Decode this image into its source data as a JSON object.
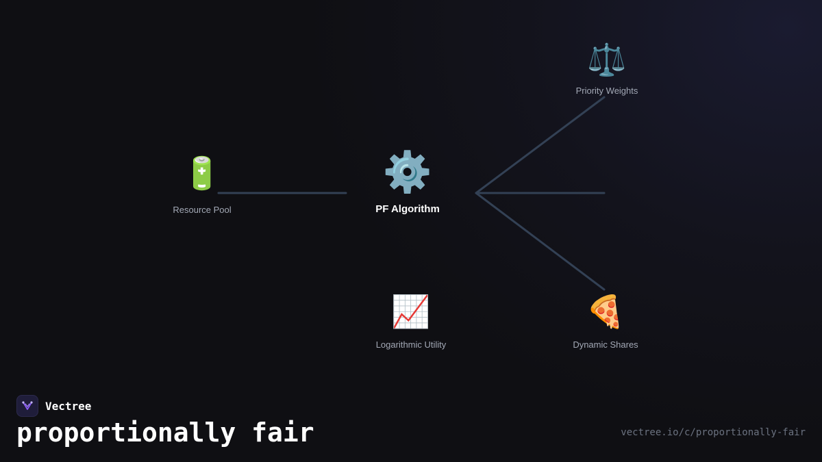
{
  "diagram": {
    "nodes": [
      {
        "id": "resource-pool",
        "icon": "battery-icon",
        "glyph": "🔋",
        "label": "Resource Pool"
      },
      {
        "id": "pf-algorithm",
        "icon": "gear-icon",
        "glyph": "⚙️",
        "label": "PF Algorithm"
      },
      {
        "id": "priority-weights",
        "icon": "balance-scale-icon",
        "glyph": "⚖️",
        "label": "Priority Weights"
      },
      {
        "id": "logarithmic-utility",
        "icon": "chart-increasing-icon",
        "glyph": "📈",
        "label": "Logarithmic Utility"
      },
      {
        "id": "dynamic-shares",
        "icon": "pizza-slice-icon",
        "glyph": "🍕",
        "label": "Dynamic Shares"
      }
    ],
    "edges": [
      {
        "from": "resource-pool",
        "to": "pf-algorithm"
      },
      {
        "from": "pf-algorithm",
        "to": "priority-weights"
      },
      {
        "from": "pf-algorithm",
        "to": "pf-algorithm-right"
      },
      {
        "from": "pf-algorithm",
        "to": "dynamic-shares"
      }
    ]
  },
  "footer": {
    "brand_name": "Vectree",
    "logo_icon": "vectree-logo-icon",
    "title": "proportionally fair",
    "url": "vectree.io/c/proportionally-fair"
  },
  "colors": {
    "edge": "#334155",
    "background": "#0f0f13",
    "label": "#a3a9b6",
    "brand_accent": "#8b5cf6"
  }
}
